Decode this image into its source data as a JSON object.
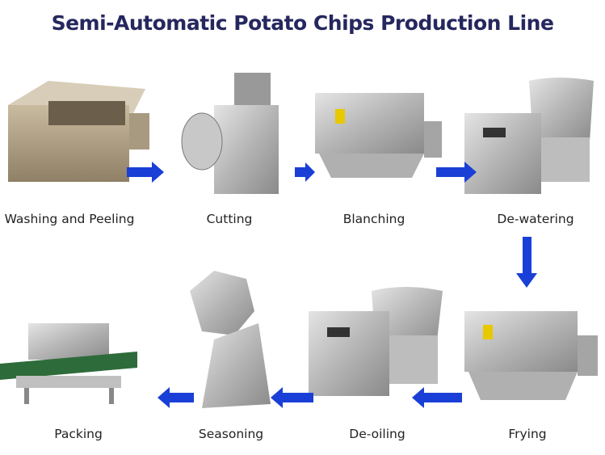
{
  "title": "Semi-Automatic Potato Chips Production Line",
  "steps": [
    {
      "label": "Washing and Peeling"
    },
    {
      "label": "Cutting"
    },
    {
      "label": "Blanching"
    },
    {
      "label": "De-watering"
    },
    {
      "label": "Frying"
    },
    {
      "label": "De-oiling"
    },
    {
      "label": "Seasoning"
    },
    {
      "label": "Packing"
    }
  ],
  "colors": {
    "title": "#26275e",
    "arrow": "#1a3fd6",
    "steel": "#b8b8b8"
  }
}
